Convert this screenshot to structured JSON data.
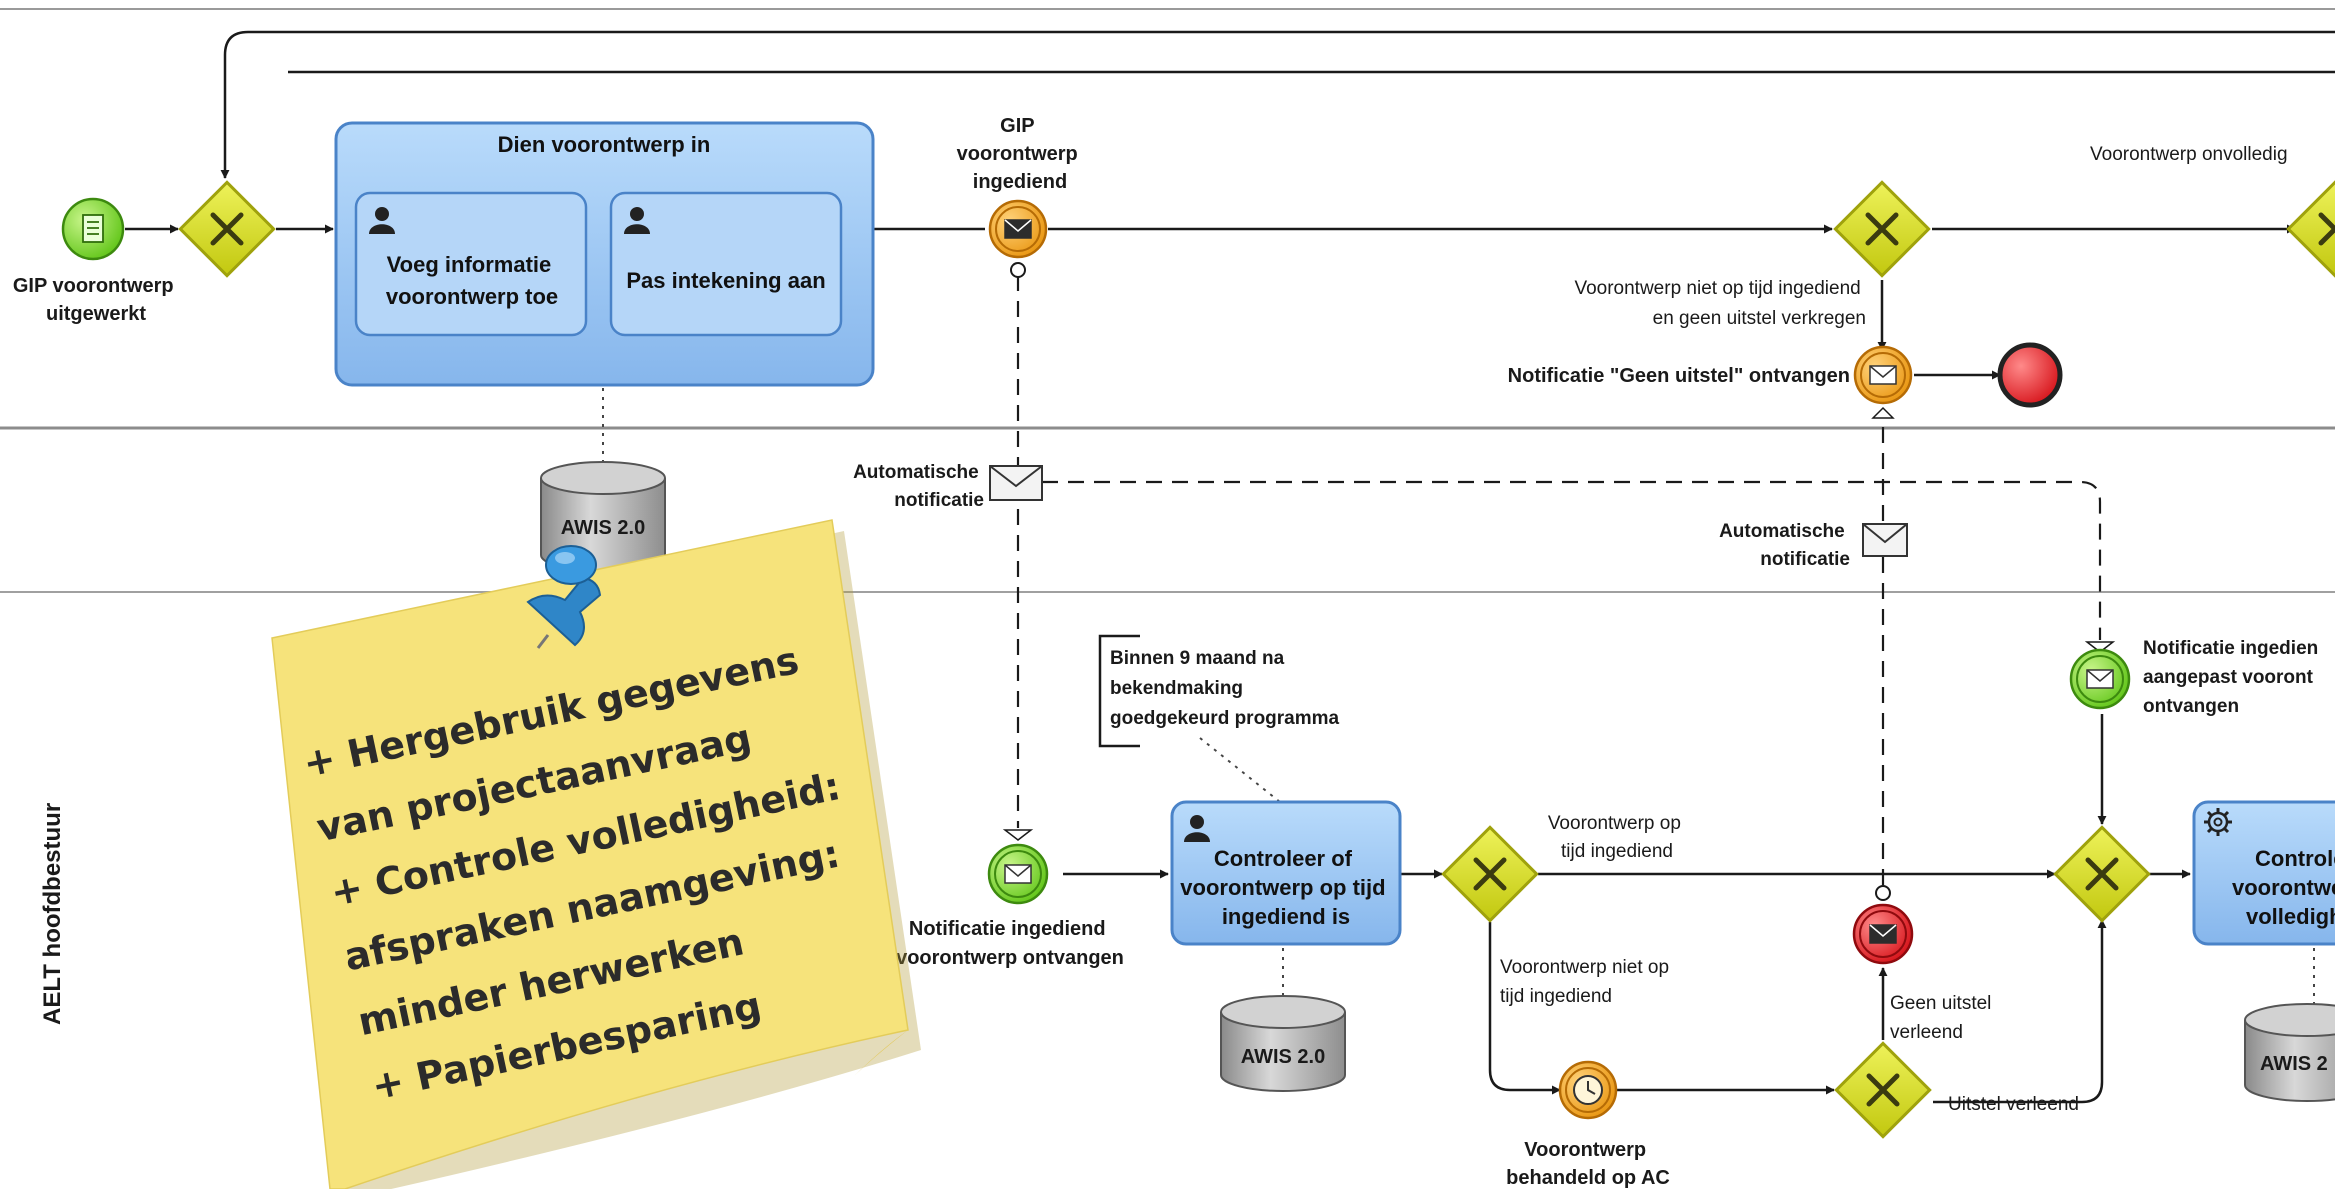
{
  "pool": {
    "lane_label": "AELT hoofdbestuur"
  },
  "events": {
    "start": [
      "GIP voorontwerp",
      "uitgewerkt"
    ],
    "gip_submitted": [
      "GIP",
      "voorontwerp",
      "ingediend"
    ],
    "no_delay_received": "Notificatie \"Geen uitstel\" ontvangen",
    "submission_received": [
      "Notificatie ingediend",
      "voorontwerp ontvangen"
    ],
    "resubmission_received": [
      "Notificatie ingedien",
      "aangepast vooront",
      "ontvangen"
    ],
    "handled_ac": [
      "Voorontwerp",
      "behandeld op AC"
    ]
  },
  "tasks": {
    "subprocess_title": "Dien voorontwerp in",
    "add_info": [
      "Voeg informatie",
      "voorontwerp toe"
    ],
    "adjust_drawing": "Pas intekening aan",
    "check_on_time": [
      "Controleer of",
      "voorontwerp op tijd",
      "ingediend is"
    ],
    "check_complete": [
      "Controle",
      "voorontwe",
      "volledigh"
    ]
  },
  "messages": {
    "auto_1": [
      "Automatische",
      "notificatie"
    ],
    "auto_2": [
      "Automatische",
      "notificatie"
    ]
  },
  "data_stores": {
    "awis_1": "AWIS 2.0",
    "awis_2": "AWIS 2.0",
    "awis_3": "AWIS 2"
  },
  "flows": {
    "incomplete": "Voorontwerp onvolledig",
    "not_on_time_no_delay": [
      "Voorontwerp niet op tijd ingediend",
      "en geen uitstel verkregen"
    ],
    "on_time": [
      "Voorontwerp op",
      "tijd ingediend"
    ],
    "not_on_time": [
      "Voorontwerp niet op",
      "tijd ingediend"
    ],
    "no_delay_granted": [
      "Geen uitstel",
      "verleend"
    ],
    "delay_granted": "Uitstel verleend"
  },
  "annotation": [
    "Binnen 9 maand na",
    "bekendmaking",
    "goedgekeurd programma"
  ],
  "sticky_note": [
    "+ Hergebruik gegevens",
    "van projectaanvraag",
    "+ Controle volledigheid:",
    "afspraken naamgeving:",
    "minder herwerken",
    "+ Papierbesparing"
  ],
  "colors": {
    "task_fill": "#9cc7f3",
    "task_stroke": "#3f7cc4",
    "gateway_fill": "#d9e021",
    "start_event": "#7ed321",
    "intermediate_event": "#f5a623",
    "end_event": "#e8141b",
    "sticky_note": "#f7e27a"
  }
}
